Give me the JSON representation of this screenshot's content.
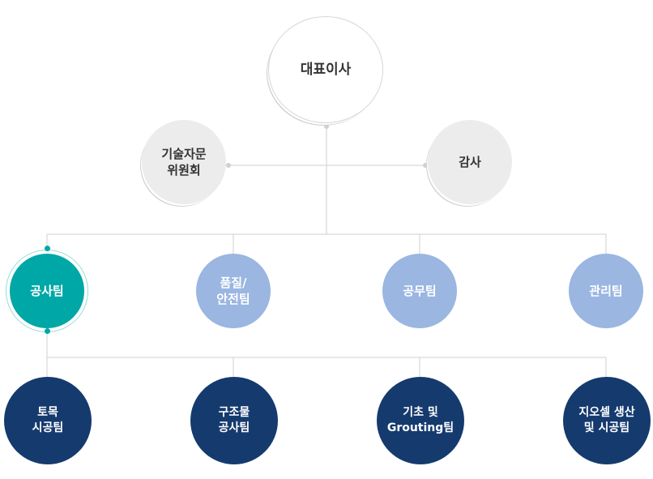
{
  "org_chart": {
    "ceo": "대표이사",
    "advisory_committee": "기술자문\n위원회",
    "audit": "감사",
    "teams": [
      {
        "key": "construction",
        "label": "공사팀",
        "color": "#00a7a7"
      },
      {
        "key": "quality",
        "label": "품질/\n안전팀",
        "color": "#9ab6e1"
      },
      {
        "key": "affairs",
        "label": "공무팀",
        "color": "#9ab6e1"
      },
      {
        "key": "management",
        "label": "관리팀",
        "color": "#9ab6e1"
      }
    ],
    "sub_teams": [
      {
        "key": "civil",
        "label": "토목\n시공팀"
      },
      {
        "key": "structure",
        "label": "구조물\n공사팀"
      },
      {
        "key": "foundation",
        "label": "기초 및\nGrouting팀"
      },
      {
        "key": "geocell",
        "label": "지오셀 생산\n및 시공팀"
      }
    ],
    "colors": {
      "line": "#cfcfcf",
      "gray_node": "#ececec",
      "sub_team": "#153a6e",
      "accent": "#00a7a7"
    }
  }
}
